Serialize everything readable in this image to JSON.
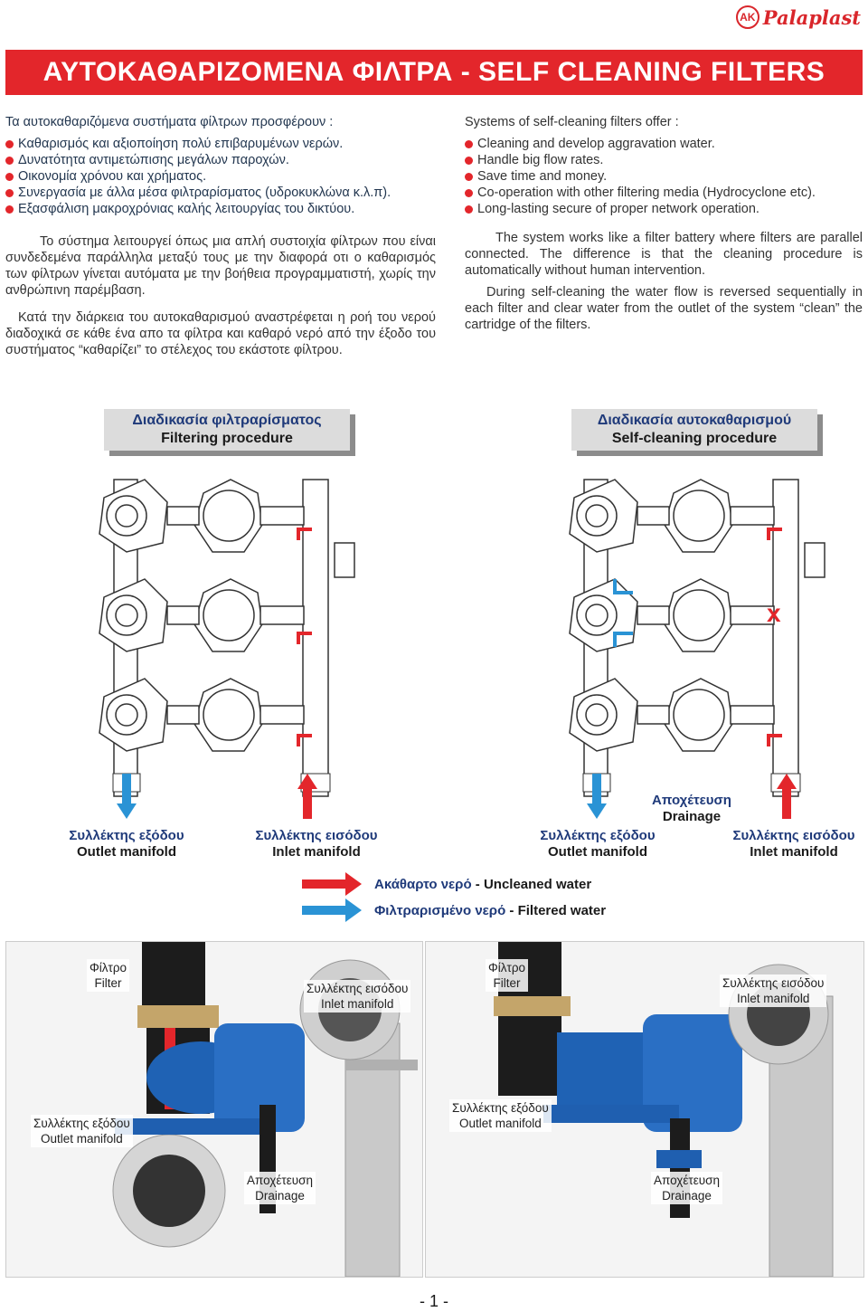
{
  "brand": {
    "logo_text": "AK",
    "name": "Palaplast"
  },
  "banner": {
    "title": "ΑΥΤΟΚΑΘΑΡΙΖΟΜΕΝΑ ΦΙΛΤΡΑ - SELF CLEANING FILTERS"
  },
  "greek": {
    "intro": "Τα αυτοκαθαριζόμενα συστήματα φίλτρων προσφέρουν :",
    "bullets": [
      "Καθαρισμός και αξιοποίηση πολύ επιβαρυμένων νερών.",
      "Δυνατότητα αντιμετώπισης μεγάλων παροχών.",
      "Οικονομία χρόνου και χρήματος.",
      "Συνεργασία με άλλα μέσα φιλτραρίσματος (υδροκυκλώνα κ.λ.π).",
      "Εξασφάλιση μακροχρόνιας καλής λειτουργίας του δικτύου."
    ],
    "para1": "Το σύστημα λειτουργεί όπως μια απλή συστοιχία φίλτρων που είναι συνδεδεμένα παράλληλα μεταξύ τους με την διαφορά οτι ο καθαρισμός των φίλτρων γίνεται αυτόματα με την βοήθεια προγραμματιστή, χωρίς την ανθρώπινη παρέμβαση.",
    "para2": "Κατά την διάρκεια του αυτοκαθαρισμού αναστρέφεται η ροή του νερού διαδοχικά σε κάθε ένα απο τα φίλτρα και καθαρό νερό από την έξοδο του συστήματος “καθαρίζει” το στέλεχος του εκάστοτε φίλτρου."
  },
  "english": {
    "intro": "Systems of self-cleaning filters offer :",
    "bullets": [
      "Cleaning and develop aggravation water.",
      "Handle big flow rates.",
      "Save time and money.",
      "Co-operation with other filtering media (Hydrocyclone etc).",
      "Long-lasting secure of proper network operation."
    ],
    "para1": "The system works like a filter battery where filters are parallel connected. The  difference is that the cleaning procedure is automatically without human intervention.",
    "para2": "During self-cleaning the water flow is reversed sequentially in each filter and clear water from the outlet of the system “clean” the cartridge of the filters."
  },
  "procedures": {
    "filtering": {
      "gr": "Διαδικασία φιλτραρίσματος",
      "en": "Filtering procedure"
    },
    "selfcleaning": {
      "gr": "Διαδικασία αυτοκαθαρισμού",
      "en": "Self-cleaning procedure"
    }
  },
  "diagram_labels": {
    "outlet_gr": "Συλλέκτης εξόδου",
    "outlet_en": "Outlet manifold",
    "inlet_gr": "Συλλέκτης εισόδου",
    "inlet_en": "Inlet manifold",
    "drain_gr": "Αποχέτευση",
    "drain_en": "Drainage",
    "closed_mark": "x"
  },
  "legend": {
    "uncleaned_gr": "Ακάθαρτο νερό",
    "uncleaned_en": " - Uncleaned water",
    "filtered_gr": "Φιλτραρισμένο νερό",
    "filtered_en": " - Filtered water"
  },
  "photo_labels": {
    "filter_gr": "Φίλτρο",
    "filter_en": "Filter",
    "inlet_gr": "Συλλέκτης εισόδου",
    "inlet_en": "Inlet manifold",
    "outlet_gr": "Συλλέκτης εξόδου",
    "outlet_en": "Outlet manifold",
    "drain_gr": "Αποχέτευση",
    "drain_en": "Drainage"
  },
  "page_number": "- 1 -",
  "colors": {
    "red": "#e3262b",
    "blue": "#2a93d5",
    "navy": "#1f3a7a",
    "grey_box": "#dcdcdc"
  }
}
